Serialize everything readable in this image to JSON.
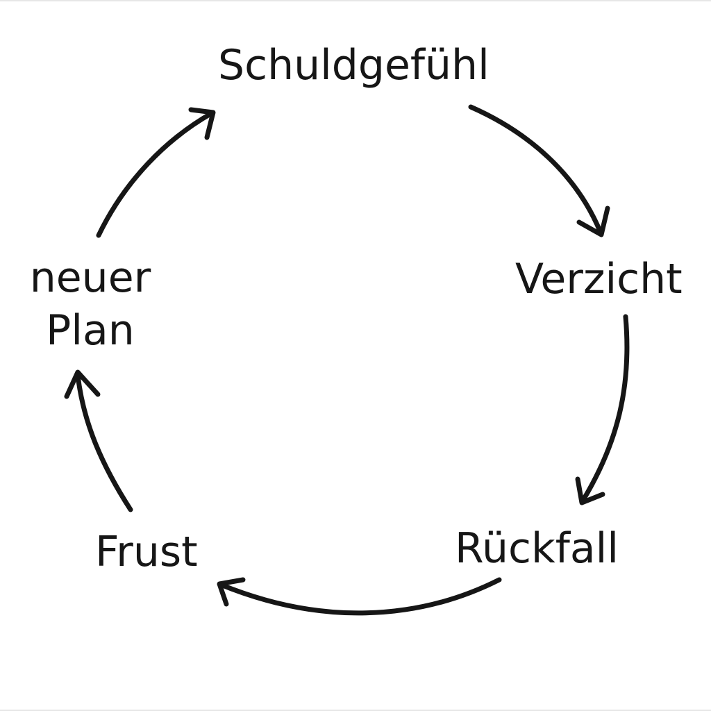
{
  "diagram": {
    "type": "cycle",
    "direction": "clockwise",
    "colors": {
      "background": "#ffffff",
      "ink": "#161616"
    },
    "nodes": [
      {
        "id": "schuldgefuehl",
        "lines": [
          "Schuldgefühl"
        ]
      },
      {
        "id": "verzicht",
        "lines": [
          "Verzicht"
        ]
      },
      {
        "id": "rueckfall",
        "lines": [
          "Rückfall"
        ]
      },
      {
        "id": "frust",
        "lines": [
          "Frust"
        ]
      },
      {
        "id": "neuer-plan",
        "lines": [
          "neuer",
          "Plan"
        ]
      }
    ],
    "edges": [
      {
        "from": "schuldgefuehl",
        "to": "verzicht"
      },
      {
        "from": "verzicht",
        "to": "rueckfall"
      },
      {
        "from": "rueckfall",
        "to": "frust"
      },
      {
        "from": "frust",
        "to": "neuer-plan"
      },
      {
        "from": "neuer-plan",
        "to": "schuldgefuehl"
      }
    ]
  }
}
